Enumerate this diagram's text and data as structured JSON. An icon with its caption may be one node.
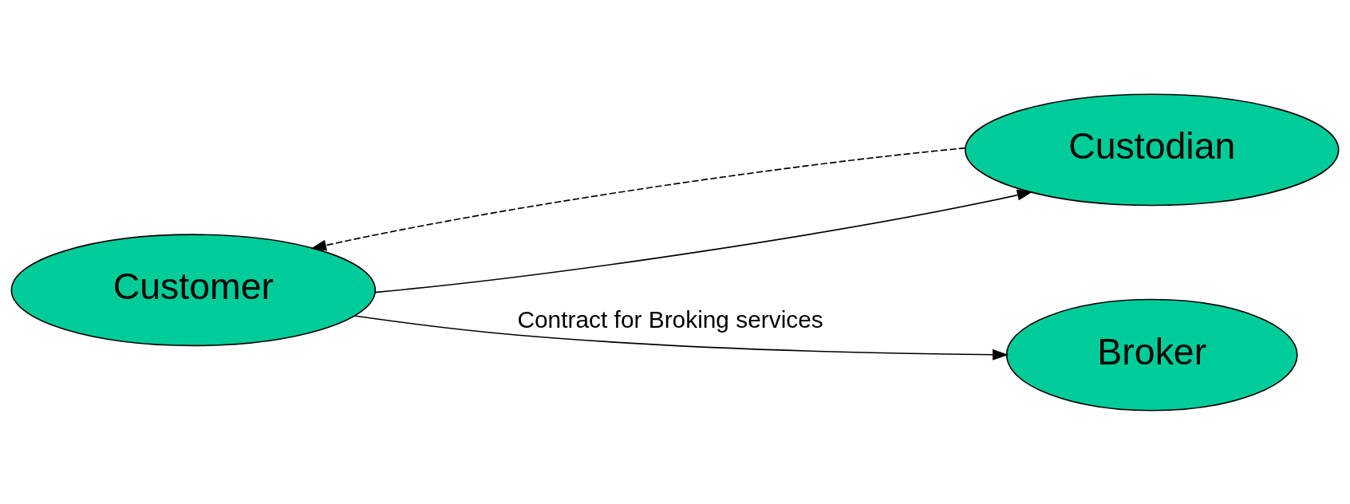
{
  "diagram": {
    "nodes": [
      {
        "text": [
          "Customer"
        ]
      },
      {
        "text": [
          "Custodian"
        ]
      },
      {
        "text": [
          "Broker"
        ]
      }
    ],
    "edges": [
      {
        "from": 0,
        "to": 1,
        "arrow": "to"
      },
      {
        "from": 0,
        "to": 2,
        "arrow": "to",
        "label": "Contract for Broking services"
      },
      {
        "from": 1,
        "to": 0,
        "arrow": "to",
        "style": "dashed"
      }
    ]
  }
}
